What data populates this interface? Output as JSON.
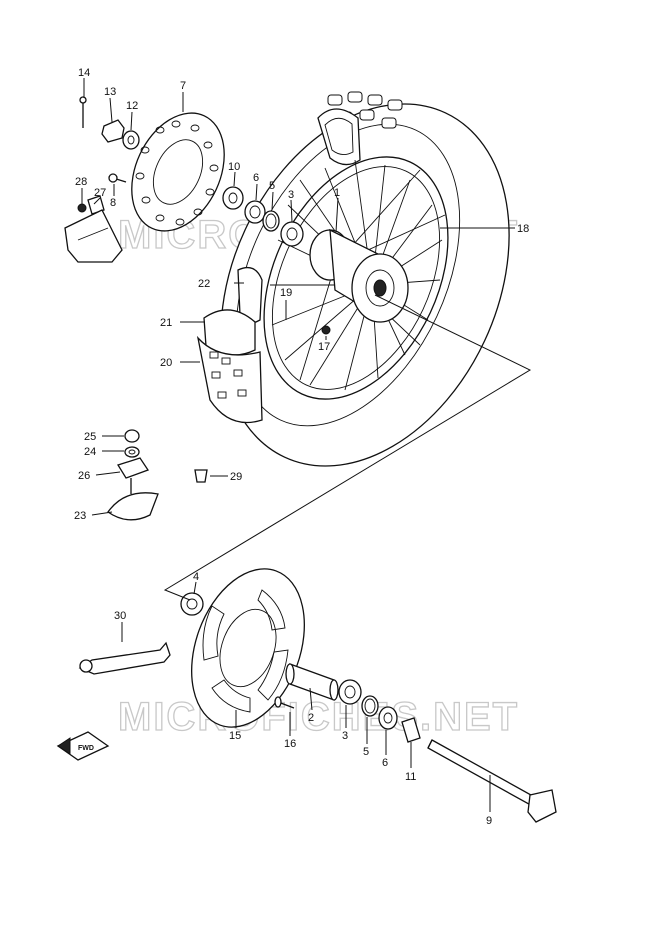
{
  "watermark": "MICROFICHES.NET",
  "fwd_label": "FWD",
  "labels": {
    "l1": "1",
    "l2": "2",
    "l3a": "3",
    "l3b": "3",
    "l4": "4",
    "l5a": "5",
    "l5b": "5",
    "l6a": "6",
    "l6b": "6",
    "l7": "7",
    "l8": "8",
    "l9": "9",
    "l10": "10",
    "l11": "11",
    "l12": "12",
    "l13": "13",
    "l14": "14",
    "l15": "15",
    "l16": "16",
    "l17": "17",
    "l18": "18",
    "l19": "19",
    "l20": "20",
    "l21": "21",
    "l22": "22",
    "l23": "23",
    "l24": "24",
    "l25": "25",
    "l26": "26",
    "l27": "27",
    "l28": "28",
    "l29": "29",
    "l30": "30"
  }
}
